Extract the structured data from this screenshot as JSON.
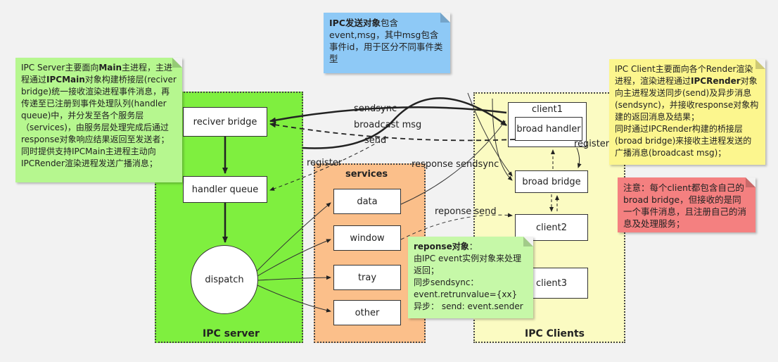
{
  "colors": {
    "server_zone": "#7fef3f",
    "services_zone": "#fbbf8a",
    "clients_zone": "#fbfbc2",
    "note_green": "#b6f78f",
    "note_blue": "#8ec9f6",
    "note_yellow": "#fcf68e",
    "note_red": "#f48080"
  },
  "zones": {
    "server": "IPC server",
    "services": "services",
    "clients": "IPC Clients"
  },
  "nodes": {
    "reciver_bridge": "reciver bridge",
    "handler_queue": "handler queue",
    "dispatch": "dispatch",
    "data": "data",
    "window": "window",
    "tray": "tray",
    "other": "other",
    "client1": "client1",
    "broad_handler": "broad handler",
    "broad_bridge": "broad bridge",
    "client2": "client2",
    "client3": "client3"
  },
  "edge_labels": {
    "sendsync": "sendsync",
    "broadcast_msg": "broadcast msg",
    "send": "send",
    "register_left": "register",
    "register_right": "register",
    "response_sendsync": "response sendsync",
    "reponse_send": "reponse send"
  },
  "notes": {
    "server": {
      "p1_a": "IPC Server主要面向",
      "p1_b": "Main",
      "p1_c": "主进程，主进程通过",
      "p1_d": "IPCMain",
      "p1_e": "对象构建桥接层(reciver bridge)统一接收渲染进程事件消息，再传递至已注册到事件处理队列(handler queue)中，并分发至各个服务层（services)，由服务层处理完成后通过response对象响应结果返回至发送者；",
      "p2": "同时提供支持IPCMain主进程主动向IPCRender渲染进程发送广播消息；"
    },
    "ipc": {
      "title": "IPC发送对象",
      "title_rest": "包含",
      "body": "event,msg，其中msg包含事件id，用于区分不同事件类型"
    },
    "client": {
      "p1_a": "IPC Client主要面向各个Render渲染进程，渲染进程通过",
      "p1_b": "IPCRender",
      "p1_c": "对象向主进程发送同步(send)及异步消息(sendsync)，并接收response对象构建的返回消息及结果；",
      "p2": "同时通过IPCRender构建的桥接层(broad bridge)来接收主进程发送的广播消息(broadcast msg)；"
    },
    "attention": {
      "body": "注意：每个client都包含自己的broad bridge，但接收的是同一个事件消息，且注册自己的消息及处理服务；"
    },
    "response": {
      "title": "reponse对象",
      "title_rest": "：",
      "line1": "由IPC event实例对象来处理返回；",
      "line2": "同步sendsync：",
      "line3": "event.retrunvalue={xx}",
      "line4": "异步：  send: event.sender"
    }
  }
}
